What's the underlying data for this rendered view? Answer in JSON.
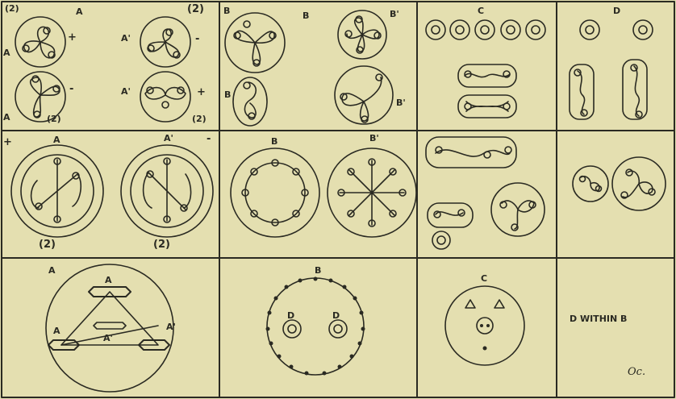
{
  "figure": {
    "cells": {
      "r1c1": {
        "label_left": "(2)",
        "label_center": "A",
        "label_right": "(2)",
        "label_a1": "A",
        "label_a2": "A",
        "label_ap1": "A'",
        "label_ap2": "A'",
        "sign_plus1": "+",
        "sign_minus1": "-",
        "sign_minus2": "-",
        "sign_plus2": "+",
        "label_bl": "(2)",
        "label_br": "(2)"
      },
      "r1c2": {
        "label_tl": "B",
        "label_center": "B",
        "label_tr": "B'",
        "label_ml": "B",
        "label_br": "B'"
      },
      "r1c3": {
        "label_top": "C"
      },
      "r1c4": {
        "label_top": "D"
      },
      "r2c1": {
        "sign_plus": "+",
        "label_a": "A",
        "label_ap": "A'",
        "sign_minus": "-",
        "label_bl": "(2)",
        "label_br": "(2)"
      },
      "r2c2": {
        "label_b": "B",
        "label_bp": "B'"
      },
      "r3c1": {
        "label_top": "A",
        "label_inner_top": "A",
        "label_left": "A",
        "label_right": "A'",
        "label_inner_bottom": "A'"
      },
      "r3c2": {
        "label_top": "B",
        "label_d1": "D",
        "label_d2": "D"
      },
      "r3c3": {
        "label_top": "C"
      },
      "r3c4": {
        "caption": "D WITHIN B",
        "signature": "Oc."
      }
    },
    "colors": {
      "ink": "#2a2a22",
      "paper": "#e4dfb0"
    }
  }
}
